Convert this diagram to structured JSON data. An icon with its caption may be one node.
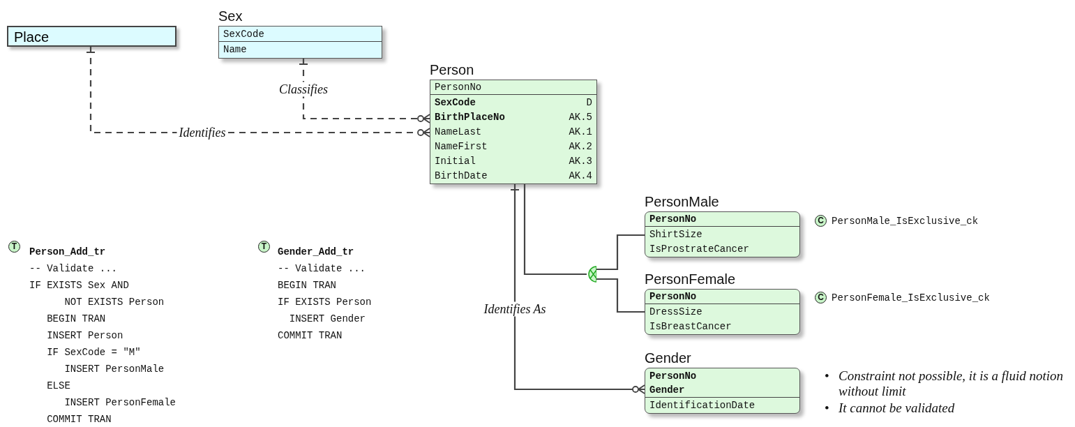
{
  "diagram": {
    "nodes": [
      {
        "text": [
          "Place"
        ]
      },
      {
        "text": [
          "Sex",
          "SexCode",
          "Name"
        ]
      },
      {
        "text": [
          "Person",
          "PersonNo",
          "SexCode",
          "D",
          "BirthPlaceNo",
          "AK.5",
          "NameLast",
          "AK.1",
          "NameFirst",
          "AK.2",
          "Initial",
          "AK.3",
          "BirthDate",
          "AK.4"
        ]
      },
      {
        "text": [
          "PersonMale",
          "PersonNo",
          "ShirtSize",
          "IsProstrateCancer"
        ],
        "beside": [
          "C",
          "PersonMale_IsExclusive_ck"
        ]
      },
      {
        "text": [],
        "shape": "circle"
      },
      {
        "text": [
          "PersonFemale",
          "PersonNo",
          "DressSize",
          "IsBreastCancer"
        ],
        "beside": [
          "C",
          "PersonFemale_IsExclusive_ck"
        ]
      },
      {
        "text": [
          "Gender",
          "PersonNo",
          "Gender",
          "IdentificationDate"
        ],
        "beside": [
          "•",
          "Constraint not possible, it is a fluid notion without limit",
          "•",
          "It cannot be validated"
        ]
      }
    ],
    "edges": [
      {
        "from": 0,
        "to": 2,
        "arrow": "other",
        "label": "Identifies",
        "style": "dashed"
      },
      {
        "from": 1,
        "to": 2,
        "arrow": "other",
        "label": "Classifies",
        "style": "dashed"
      },
      {
        "from": 2,
        "to": 6,
        "arrow": "other",
        "label": "Identifies As"
      },
      {
        "from": 2,
        "to": 4,
        "arrow": "none"
      },
      {
        "from": 4,
        "to": 3,
        "arrow": "none"
      },
      {
        "from": 4,
        "to": 5,
        "arrow": "none"
      }
    ],
    "labels": [
      "T",
      "Person_Add_tr",
      "-- Validate ...",
      "IF EXISTS Sex AND",
      "NOT EXISTS Person",
      "BEGIN TRAN",
      "INSERT Person",
      "IF SexCode = \"M\"",
      "INSERT PersonMale",
      "ELSE",
      "INSERT PersonFemale",
      "COMMIT TRAN",
      "T",
      "Gender_Add_tr",
      "-- Validate ...",
      "BEGIN TRAN",
      "IF EXISTS Person",
      "INSERT Gender",
      "COMMIT TRAN"
    ]
  }
}
